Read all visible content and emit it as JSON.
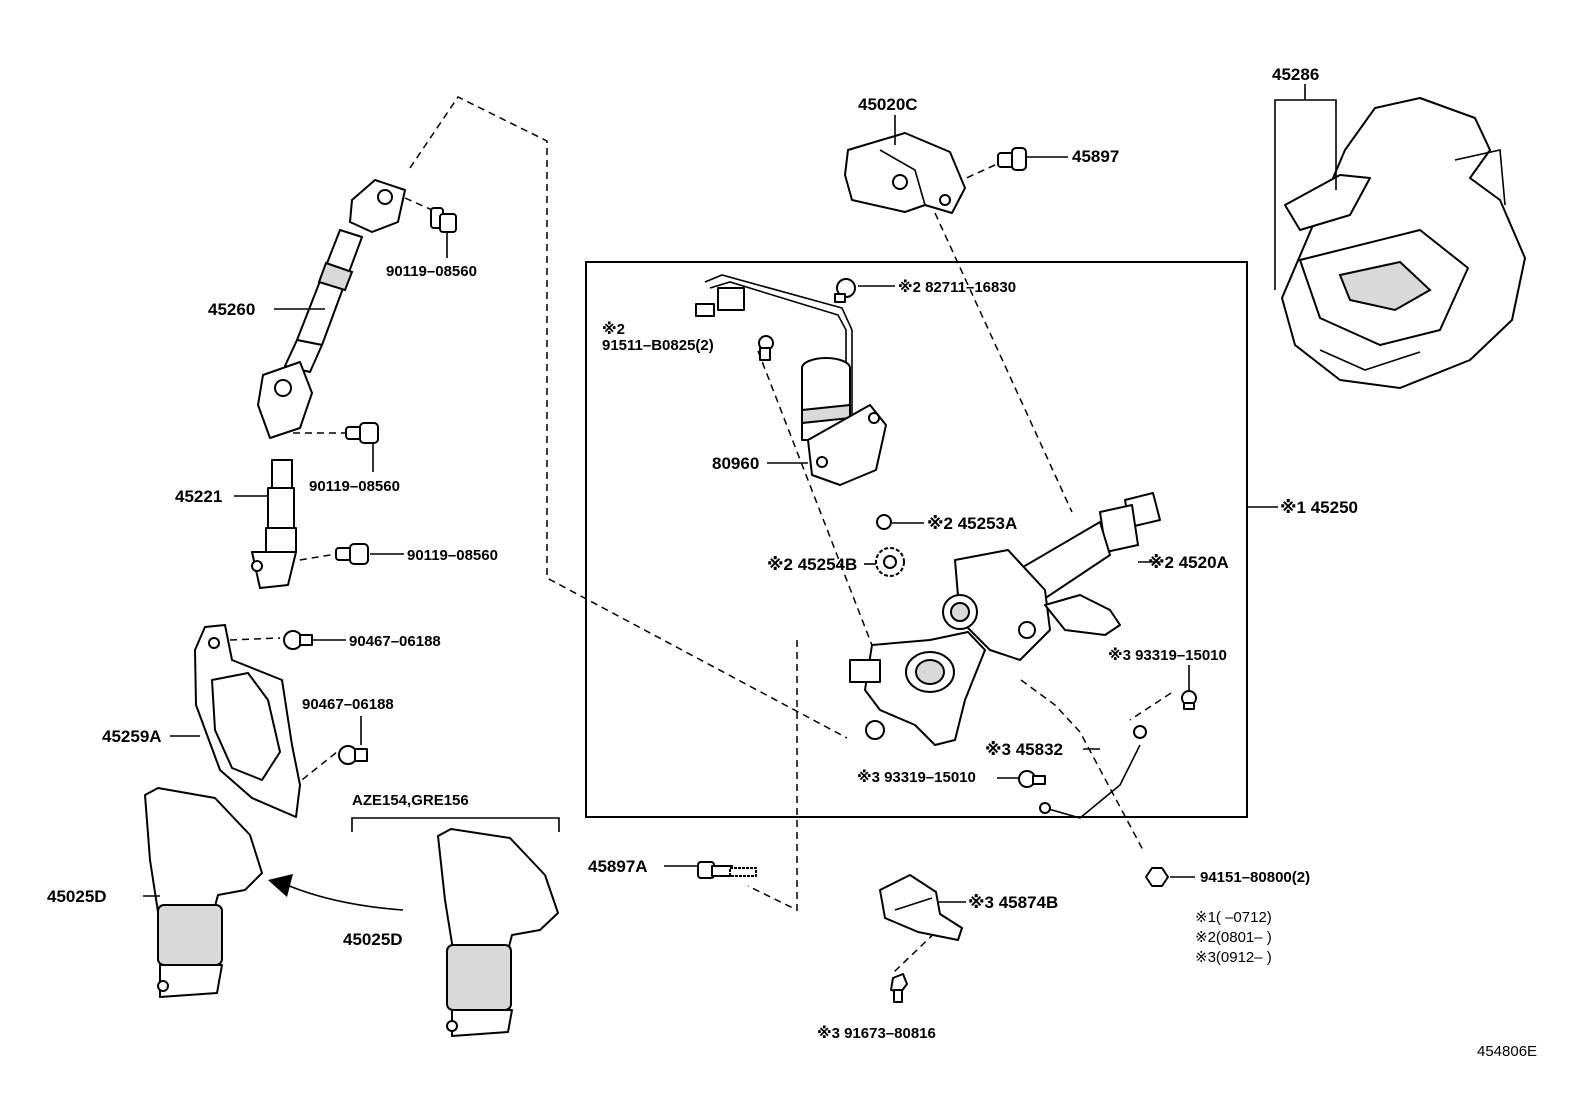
{
  "callouts": {
    "c45286": "45286",
    "c45020C": "45020C",
    "c45897": "45897",
    "c90119_a": "90119–08560",
    "c45260": "45260",
    "c90119_b": "90119–08560",
    "c45221": "45221",
    "c90119_c": "90119–08560",
    "c90467_a": "90467–06188",
    "c90467_b": "90467–06188",
    "c45259A": "45259A",
    "c45025D_a": "45025D",
    "c45025D_b": "45025D",
    "variant": "AZE154,GRE156",
    "c82711": "※2 82711–16830",
    "c91511_mark": "※2",
    "c91511": "91511–B0825(2)",
    "c80960": "80960",
    "c45253A": "※2 45253A",
    "c45254B": "※2 45254B",
    "c4520A": "※2 4520A",
    "c45250": "※1 45250",
    "c93319_a": "※3 93319–15010",
    "c45832": "※3 45832",
    "c93319_b": "※3 93319–15010",
    "c45897A": "45897A",
    "c94151": "94151–80800(2)",
    "c45874B": "※3 45874B",
    "c91673": "※3 91673–80816",
    "diagram_id": "454806E"
  },
  "notes": {
    "n1": "※1(      –0712)",
    "n2": "※2(0801–      )",
    "n3": "※3(0912–      )"
  }
}
